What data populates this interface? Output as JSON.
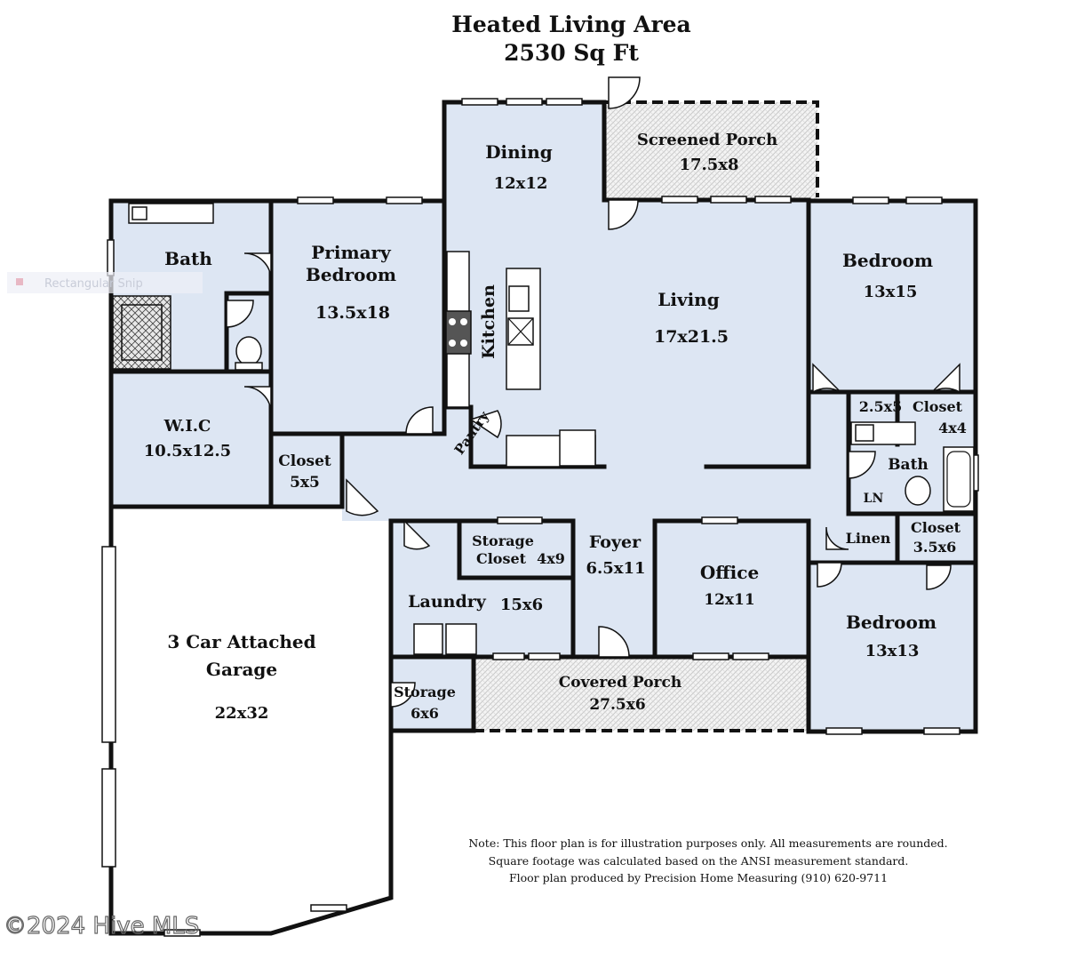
{
  "title": {
    "line1": "Heated Living Area",
    "line2": "2530 Sq Ft"
  },
  "rooms": {
    "dining": {
      "name": "Dining",
      "size": "12x12"
    },
    "screened_porch": {
      "name": "Screened Porch",
      "size": "17.5x8"
    },
    "bath_primary": {
      "name": "Bath"
    },
    "primary_bedroom": {
      "name_line1": "Primary",
      "name_line2": "Bedroom",
      "size": "13.5x18"
    },
    "kitchen": {
      "name": "Kitchen"
    },
    "living": {
      "name": "Living",
      "size": "17x21.5"
    },
    "bedroom_1": {
      "name": "Bedroom",
      "size": "13x15"
    },
    "wic": {
      "name": "W.I.C",
      "size": "10.5x12.5"
    },
    "closet_primary": {
      "name": "Closet",
      "size": "5x5"
    },
    "pantry": {
      "name": "Pantry"
    },
    "closet_25x5": {
      "label": "2.5x5"
    },
    "closet_4x4": {
      "name": "Closet",
      "size": "4x4"
    },
    "bath_2": {
      "name": "Bath"
    },
    "ln": {
      "name": "LN"
    },
    "storage_closet": {
      "name_line1": "Storage",
      "name_line2": "Closet",
      "size": "4x9"
    },
    "foyer": {
      "name": "Foyer",
      "size": "6.5x11"
    },
    "office": {
      "name": "Office",
      "size": "12x11"
    },
    "linen": {
      "name": "Linen"
    },
    "closet_35x6": {
      "name": "Closet",
      "size": "3.5x6"
    },
    "laundry": {
      "name": "Laundry",
      "size": "15x6"
    },
    "bedroom_2": {
      "name": "Bedroom",
      "size": "13x13"
    },
    "garage": {
      "name_line1": "3 Car Attached",
      "name_line2": "Garage",
      "size": "22x32"
    },
    "storage": {
      "name": "Storage",
      "size": "6x6"
    },
    "covered_porch": {
      "name": "Covered Porch",
      "size": "27.5x6"
    }
  },
  "note": {
    "line1": "Note: This floor plan is for illustration purposes only. All measurements are rounded.",
    "line2": "Square footage was calculated based on the ANSI measurement standard.",
    "line3": "Floor plan produced by Precision Home Measuring (910) 620-9711"
  },
  "watermark": "©2024 Hive MLS",
  "snip_overlay": "Rectangular Snip",
  "colors": {
    "room_fill": "#dde6f3",
    "wall": "#111111",
    "background": "#ffffff"
  }
}
